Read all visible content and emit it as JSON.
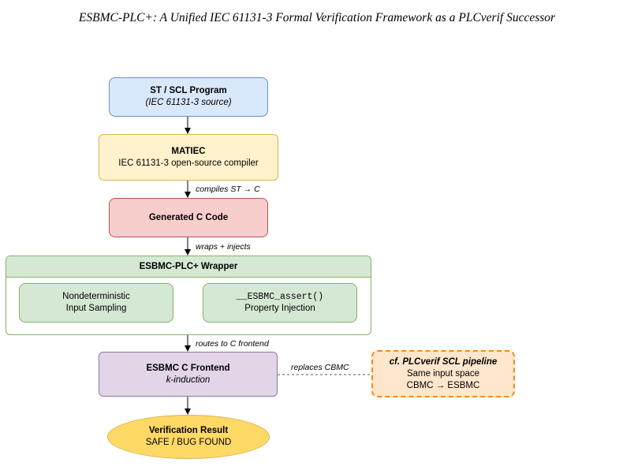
{
  "title": "ESBMC-PLC+: A Unified IEC 61131-3 Formal Verification Framework as a PLCverif Successor",
  "nodes": {
    "st_program": {
      "title": "ST / SCL Program",
      "subtitle": "(IEC 61131-3 source)"
    },
    "matiec": {
      "title": "MATIEC",
      "subtitle": "IEC 61131-3 open-source compiler"
    },
    "generated_c": {
      "title": "Generated C Code"
    },
    "wrapper": {
      "title": "ESBMC-PLC+ Wrapper",
      "left": {
        "line1": "Nondeterministic",
        "line2": "Input Sampling"
      },
      "right": {
        "line1": "__ESBMC_assert()",
        "line2": "Property Injection"
      }
    },
    "frontend": {
      "title": "ESBMC C Frontend",
      "subtitle": "k-induction"
    },
    "result": {
      "title": "Verification Result",
      "subtitle": "SAFE / BUG FOUND"
    },
    "plcverif": {
      "title": "cf. PLCverif SCL pipeline",
      "line1": "Same input space",
      "line2": "CBMC → ESBMC"
    }
  },
  "edges": {
    "compiles": "compiles ST → C",
    "wraps": "wraps + injects",
    "routes": "routes to C frontend",
    "replaces": "replaces CBMC"
  },
  "colors": {
    "blue_fill": "#dae8fc",
    "blue_stroke": "#6c8ebf",
    "yellow_fill": "#fff2cc",
    "yellow_stroke": "#d6b656",
    "red_fill": "#f8cecc",
    "red_stroke": "#b85450",
    "green_fill": "#d5e8d4",
    "green_stroke": "#82b366",
    "purple_fill": "#e1d5e7",
    "purple_stroke": "#9673a6",
    "gold_fill": "#ffd966",
    "gold_stroke": "#d6b656",
    "orange_fill": "#ffe6cc",
    "orange_stroke": "#f08c1e"
  }
}
